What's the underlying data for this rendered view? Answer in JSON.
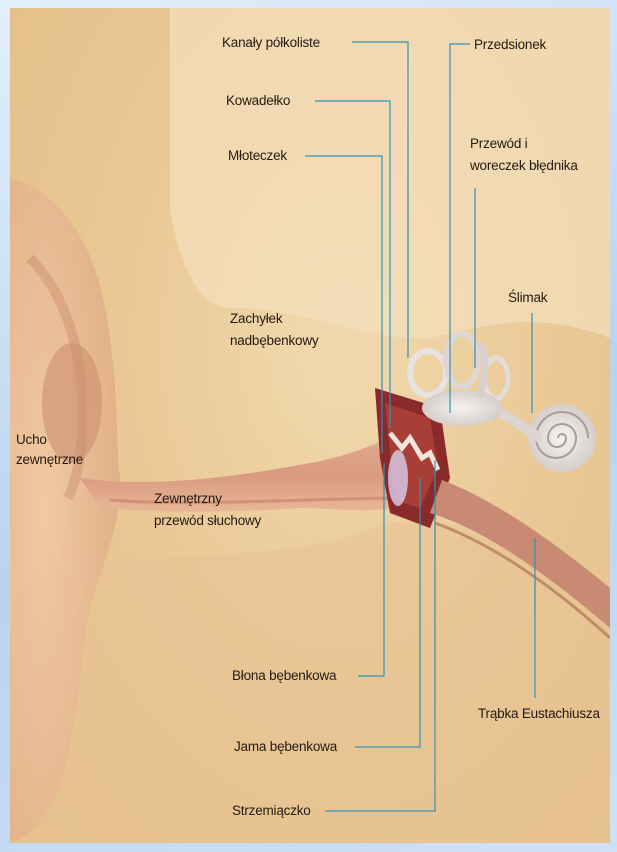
{
  "figure": {
    "labels": {
      "semicircular_canals": "Kanały półkoliste",
      "vestibule": "Przedsionek",
      "incus": "Kowadełko",
      "malleus": "Młoteczek",
      "endolymphatic_duct_line1": "Przewód i",
      "endolymphatic_duct_line2": "woreczek błędnika",
      "cochlea": "Ślimak",
      "epitympanic_recess_line1": "Zachyłek",
      "epitympanic_recess_line2": "nadbębenkowy",
      "outer_ear_line1": "Ucho",
      "outer_ear_line2": "zewnętrzne",
      "ear_canal_line1": "Zewnętrzny",
      "ear_canal_line2": "przewód słuchowy",
      "eardrum": "Błona bębenkowa",
      "eustachian_tube": "Trąbka Eustachiusza",
      "tympanic_cavity": "Jama bębenkowa",
      "stapes": "Strzemiączko"
    },
    "colors": {
      "leader_line": "#2f93b8",
      "frame_blue": "#b9d3ef",
      "skin": "#eac996"
    }
  }
}
